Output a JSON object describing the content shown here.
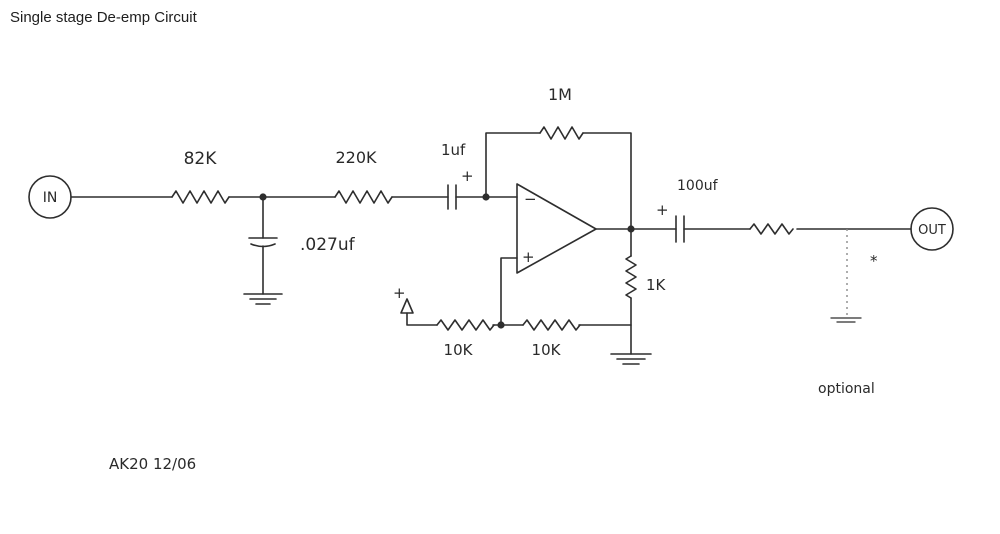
{
  "title": "Single stage De-emp Circuit",
  "terminals": {
    "input": "IN",
    "output": "OUT"
  },
  "components": {
    "r_82k": "82K",
    "r_220k": "220K",
    "c_027": ".027uf",
    "c_1uf": "1uf",
    "c_1uf_polarity": "+",
    "r_1m": "1M",
    "opamp_inverting": "−",
    "opamp_noninverting": "+",
    "c_100uf": "100uf",
    "c_100uf_polarity": "+",
    "r_1k": "1K",
    "r_10k_left": "10K",
    "r_10k_right": "10K",
    "supply": "+"
  },
  "notes": {
    "asterisk": "*",
    "optional": "optional",
    "signature": "AK20 12/06"
  }
}
